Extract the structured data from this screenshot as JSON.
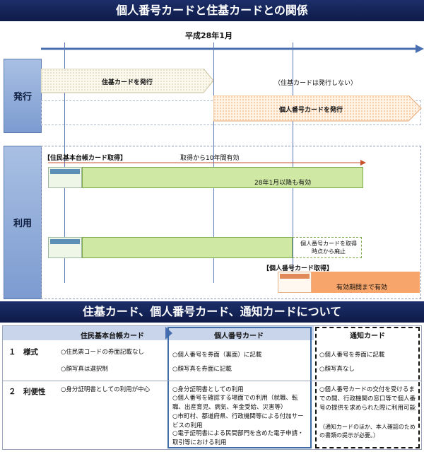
{
  "title": "個人番号カードと住基カードとの関係",
  "timeline_label": "平成28年1月",
  "section_issue": "発行",
  "section_use": "利用",
  "issue_juki": "住基カードを発行",
  "issue_juki_none": "（住基カードは発行しない）",
  "issue_mynumber": "個人番号カードを発行",
  "use_juki_header": "【住民基本台帳カード取得】",
  "use_validity": "取得から10年間有効",
  "use_bar1": "28年1月以降も有効",
  "use_bar2_note_line1": "個人番号カードを取得",
  "use_bar2_note_line2": "時点から廃止",
  "use_mynumber_header": "【個人番号カード取得】",
  "use_mynumber_bar": "有効期間まで有効",
  "section2_title": "住基カード、個人番号カード、通知カードについて",
  "table": {
    "col1": "住民基本台帳カード",
    "col2": "個人番号カード",
    "col3": "通知カード",
    "row1_label": "１　様式",
    "row2_label": "２　利便性",
    "r1c1_a": "○住民票コードの券面記載なし",
    "r1c1_b": "○顔写真は選択制",
    "r1c2_a": "○個人番号を券面（裏面）に記載",
    "r1c2_b": "○顔写真を券面に記載",
    "r1c3_a": "○個人番号を券面に記載",
    "r1c3_b": "○顔写真なし",
    "r2c1": "○身分証明書としての利用が中心",
    "r2c2_a": "○身分証明書としての利用",
    "r2c2_b": "○個人番号を確認する場面での利用（就職、転職、出産育児、病気、年金受給、災害等）",
    "r2c2_c": "○市町村、都道府県、行政機関等による付加サービスの利用",
    "r2c2_d": "○電子証明書による民間部門を含めた電子申請・取引等における利用",
    "r2c3_a": "○個人番号カードの交付を受けるまでの間、行政機関の窓口等で個人番号の提供を求められた際に利用可能",
    "r2c3_b": "（通知カードのほか、本人確認のための書類の提示が必要。）"
  }
}
